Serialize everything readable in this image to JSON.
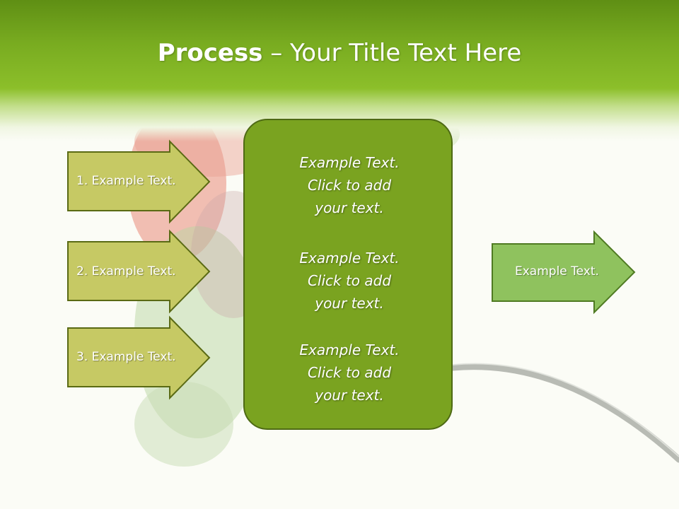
{
  "title": {
    "bold": "Process",
    "rest": " – Your Title Text Here"
  },
  "left_arrows": [
    {
      "label": "1. Example Text."
    },
    {
      "label": "2. Example Text."
    },
    {
      "label": "3. Example Text."
    }
  ],
  "center_box": {
    "blocks": [
      {
        "lines": [
          "Example Text.",
          "Click  to add",
          "your text."
        ]
      },
      {
        "lines": [
          "Example Text.",
          "Click  to add",
          "your text."
        ]
      },
      {
        "lines": [
          "Example Text.",
          "Click  to add",
          "your text."
        ]
      }
    ]
  },
  "right_arrow": {
    "label": "Example Text."
  },
  "colors": {
    "header_green": "#78ab20",
    "left_arrow_fill": "#c6c964",
    "left_arrow_border": "#5a6a14",
    "center_fill": "#7aa320",
    "right_arrow_fill": "#8fc25e"
  }
}
